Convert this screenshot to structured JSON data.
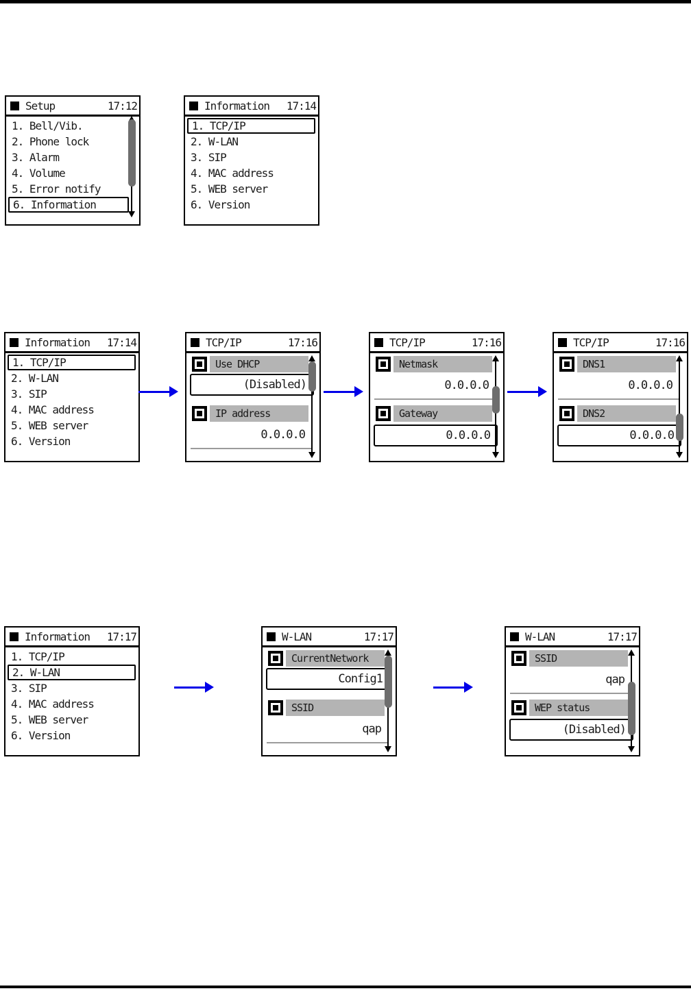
{
  "page": {
    "arrow_color": "#0000e8",
    "lcd_header_gray": "#b4b4b4",
    "scrollbar_thumb_gray": "#6e6e6e"
  },
  "screens": {
    "setup": {
      "title": "Setup",
      "time": "17:12",
      "items": [
        "1. Bell/Vib.",
        "2. Phone lock",
        "3. Alarm",
        "4. Volume",
        "5. Error notify",
        "6. Information"
      ],
      "selected": "6. Information"
    },
    "information_1714": {
      "title": "Information",
      "time": "17:14",
      "items": [
        "1. TCP/IP",
        "2. W-LAN",
        "3. SIP",
        "4. MAC address",
        "5. WEB server",
        "6. Version"
      ],
      "selected": "1. TCP/IP"
    },
    "information_1717": {
      "title": "Information",
      "time": "17:17",
      "items": [
        "1. TCP/IP",
        "2. W-LAN",
        "3. SIP",
        "4. MAC address",
        "5. WEB server",
        "6. Version"
      ],
      "selected": "2. W-LAN"
    },
    "tcpip_page1": {
      "title": "TCP/IP",
      "time": "17:16",
      "fields": [
        {
          "label": "Use DHCP",
          "value": "(Disabled)",
          "selected": true
        },
        {
          "label": "IP address",
          "value": "0.0.0.0",
          "selected": false
        }
      ]
    },
    "tcpip_page2": {
      "title": "TCP/IP",
      "time": "17:16",
      "fields": [
        {
          "label": "Netmask",
          "value": "0.0.0.0",
          "selected": false
        },
        {
          "label": "Gateway",
          "value": "0.0.0.0",
          "selected": true
        }
      ]
    },
    "tcpip_page3": {
      "title": "TCP/IP",
      "time": "17:16",
      "fields": [
        {
          "label": "DNS1",
          "value": "0.0.0.0",
          "selected": false
        },
        {
          "label": "DNS2",
          "value": "0.0.0.0",
          "selected": true
        }
      ]
    },
    "wlan_page1": {
      "title": "W-LAN",
      "time": "17:17",
      "fields": [
        {
          "label": "CurrentNetwork",
          "value": "Config1",
          "selected": true
        },
        {
          "label": "SSID",
          "value": "qap",
          "selected": false
        }
      ]
    },
    "wlan_page2": {
      "title": "W-LAN",
      "time": "17:17",
      "fields": [
        {
          "label": "SSID",
          "value": "qap",
          "selected": false
        },
        {
          "label": "WEP status",
          "value": "(Disabled)",
          "selected": true
        }
      ]
    }
  }
}
